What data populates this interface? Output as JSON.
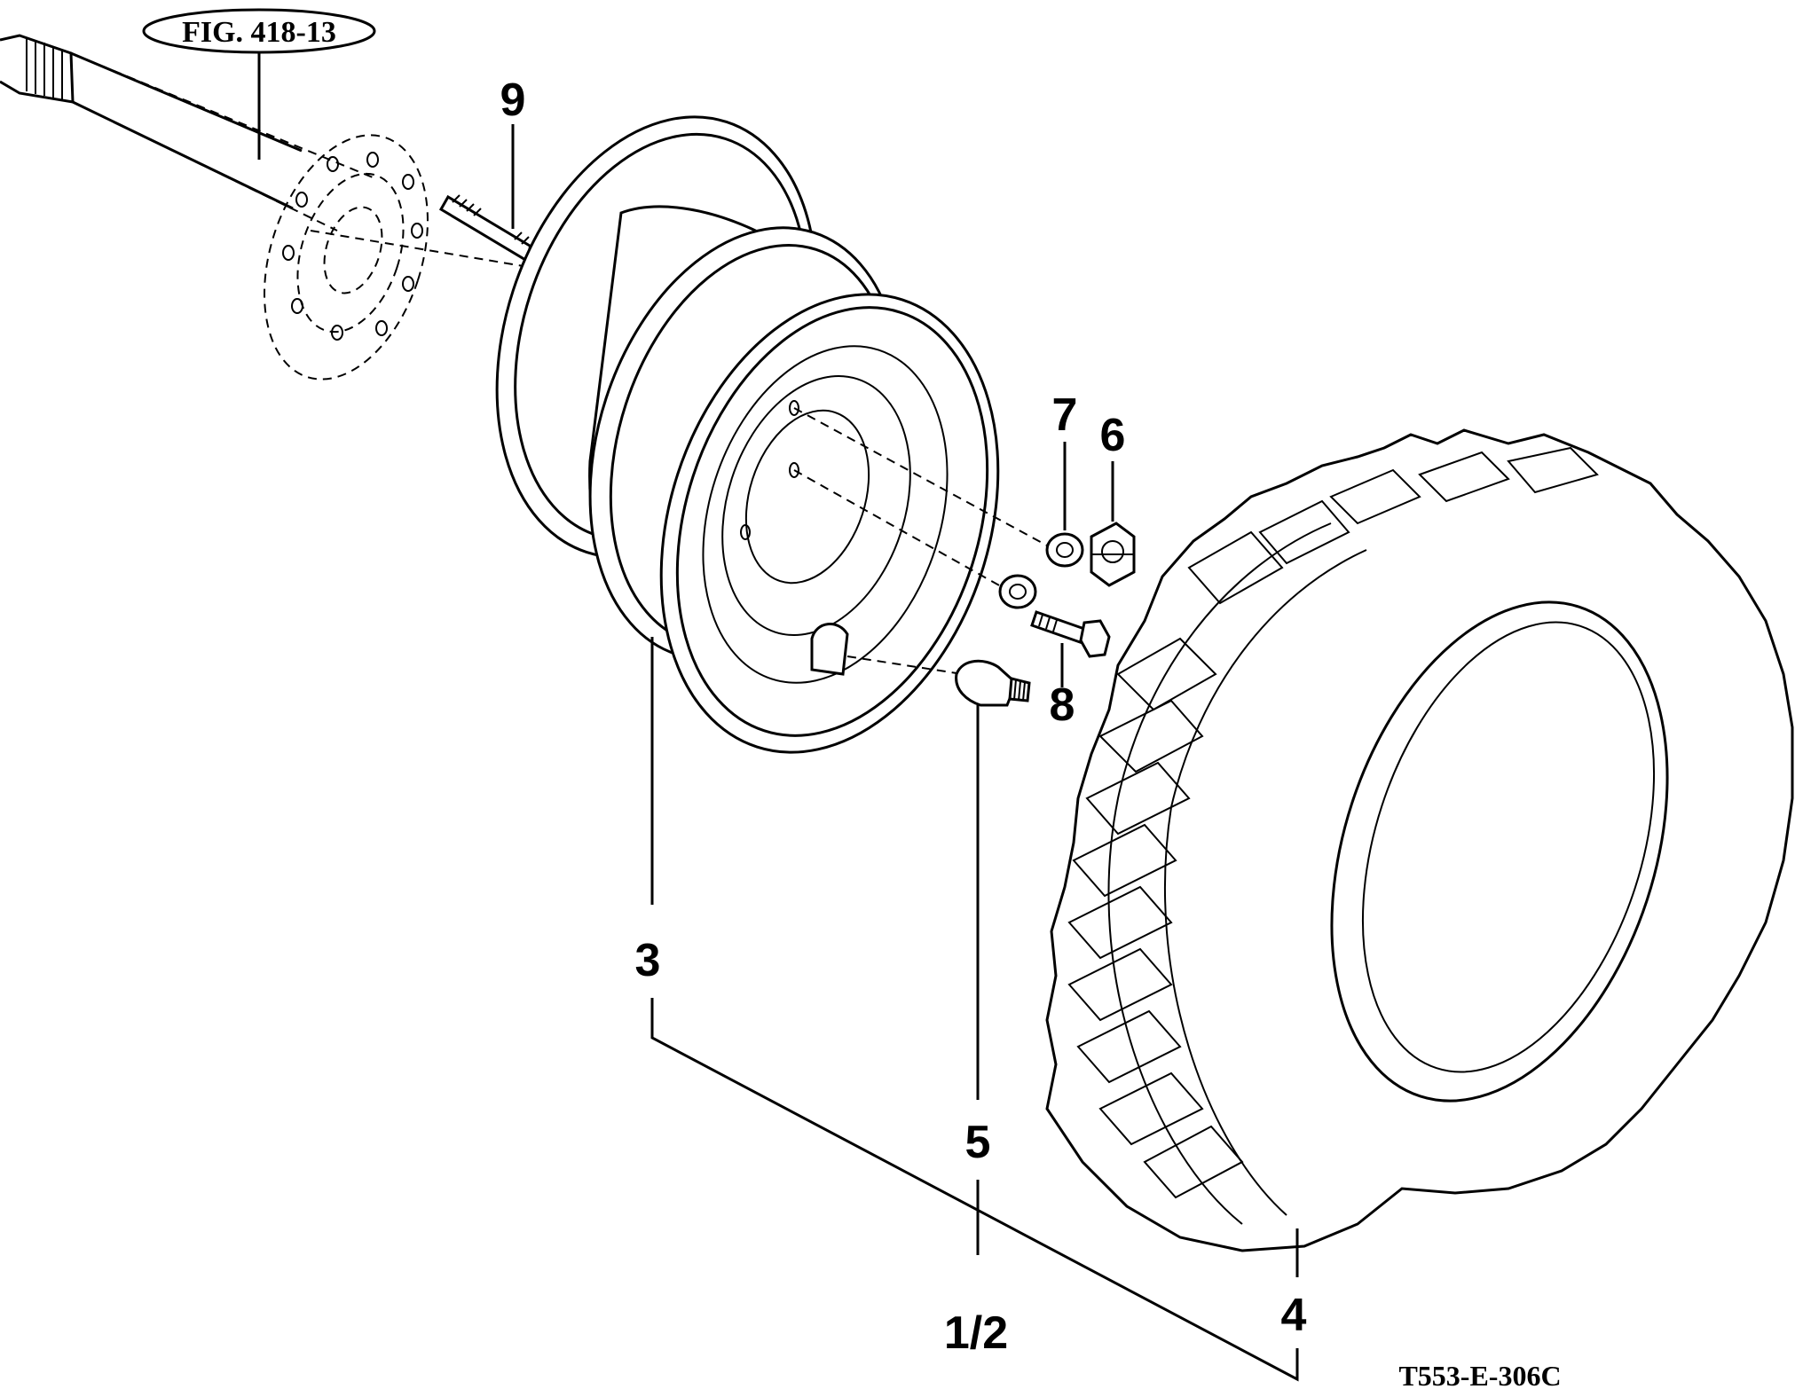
{
  "figure_ref": "FIG. 418-13",
  "drawing_code": "T553-E-306C",
  "callouts": {
    "stud": "9",
    "lock_washer": "7",
    "nut": "6",
    "bolt": "8",
    "rim": "3",
    "valve": "5",
    "tire": "4",
    "wheel_assembly": "1/2"
  }
}
